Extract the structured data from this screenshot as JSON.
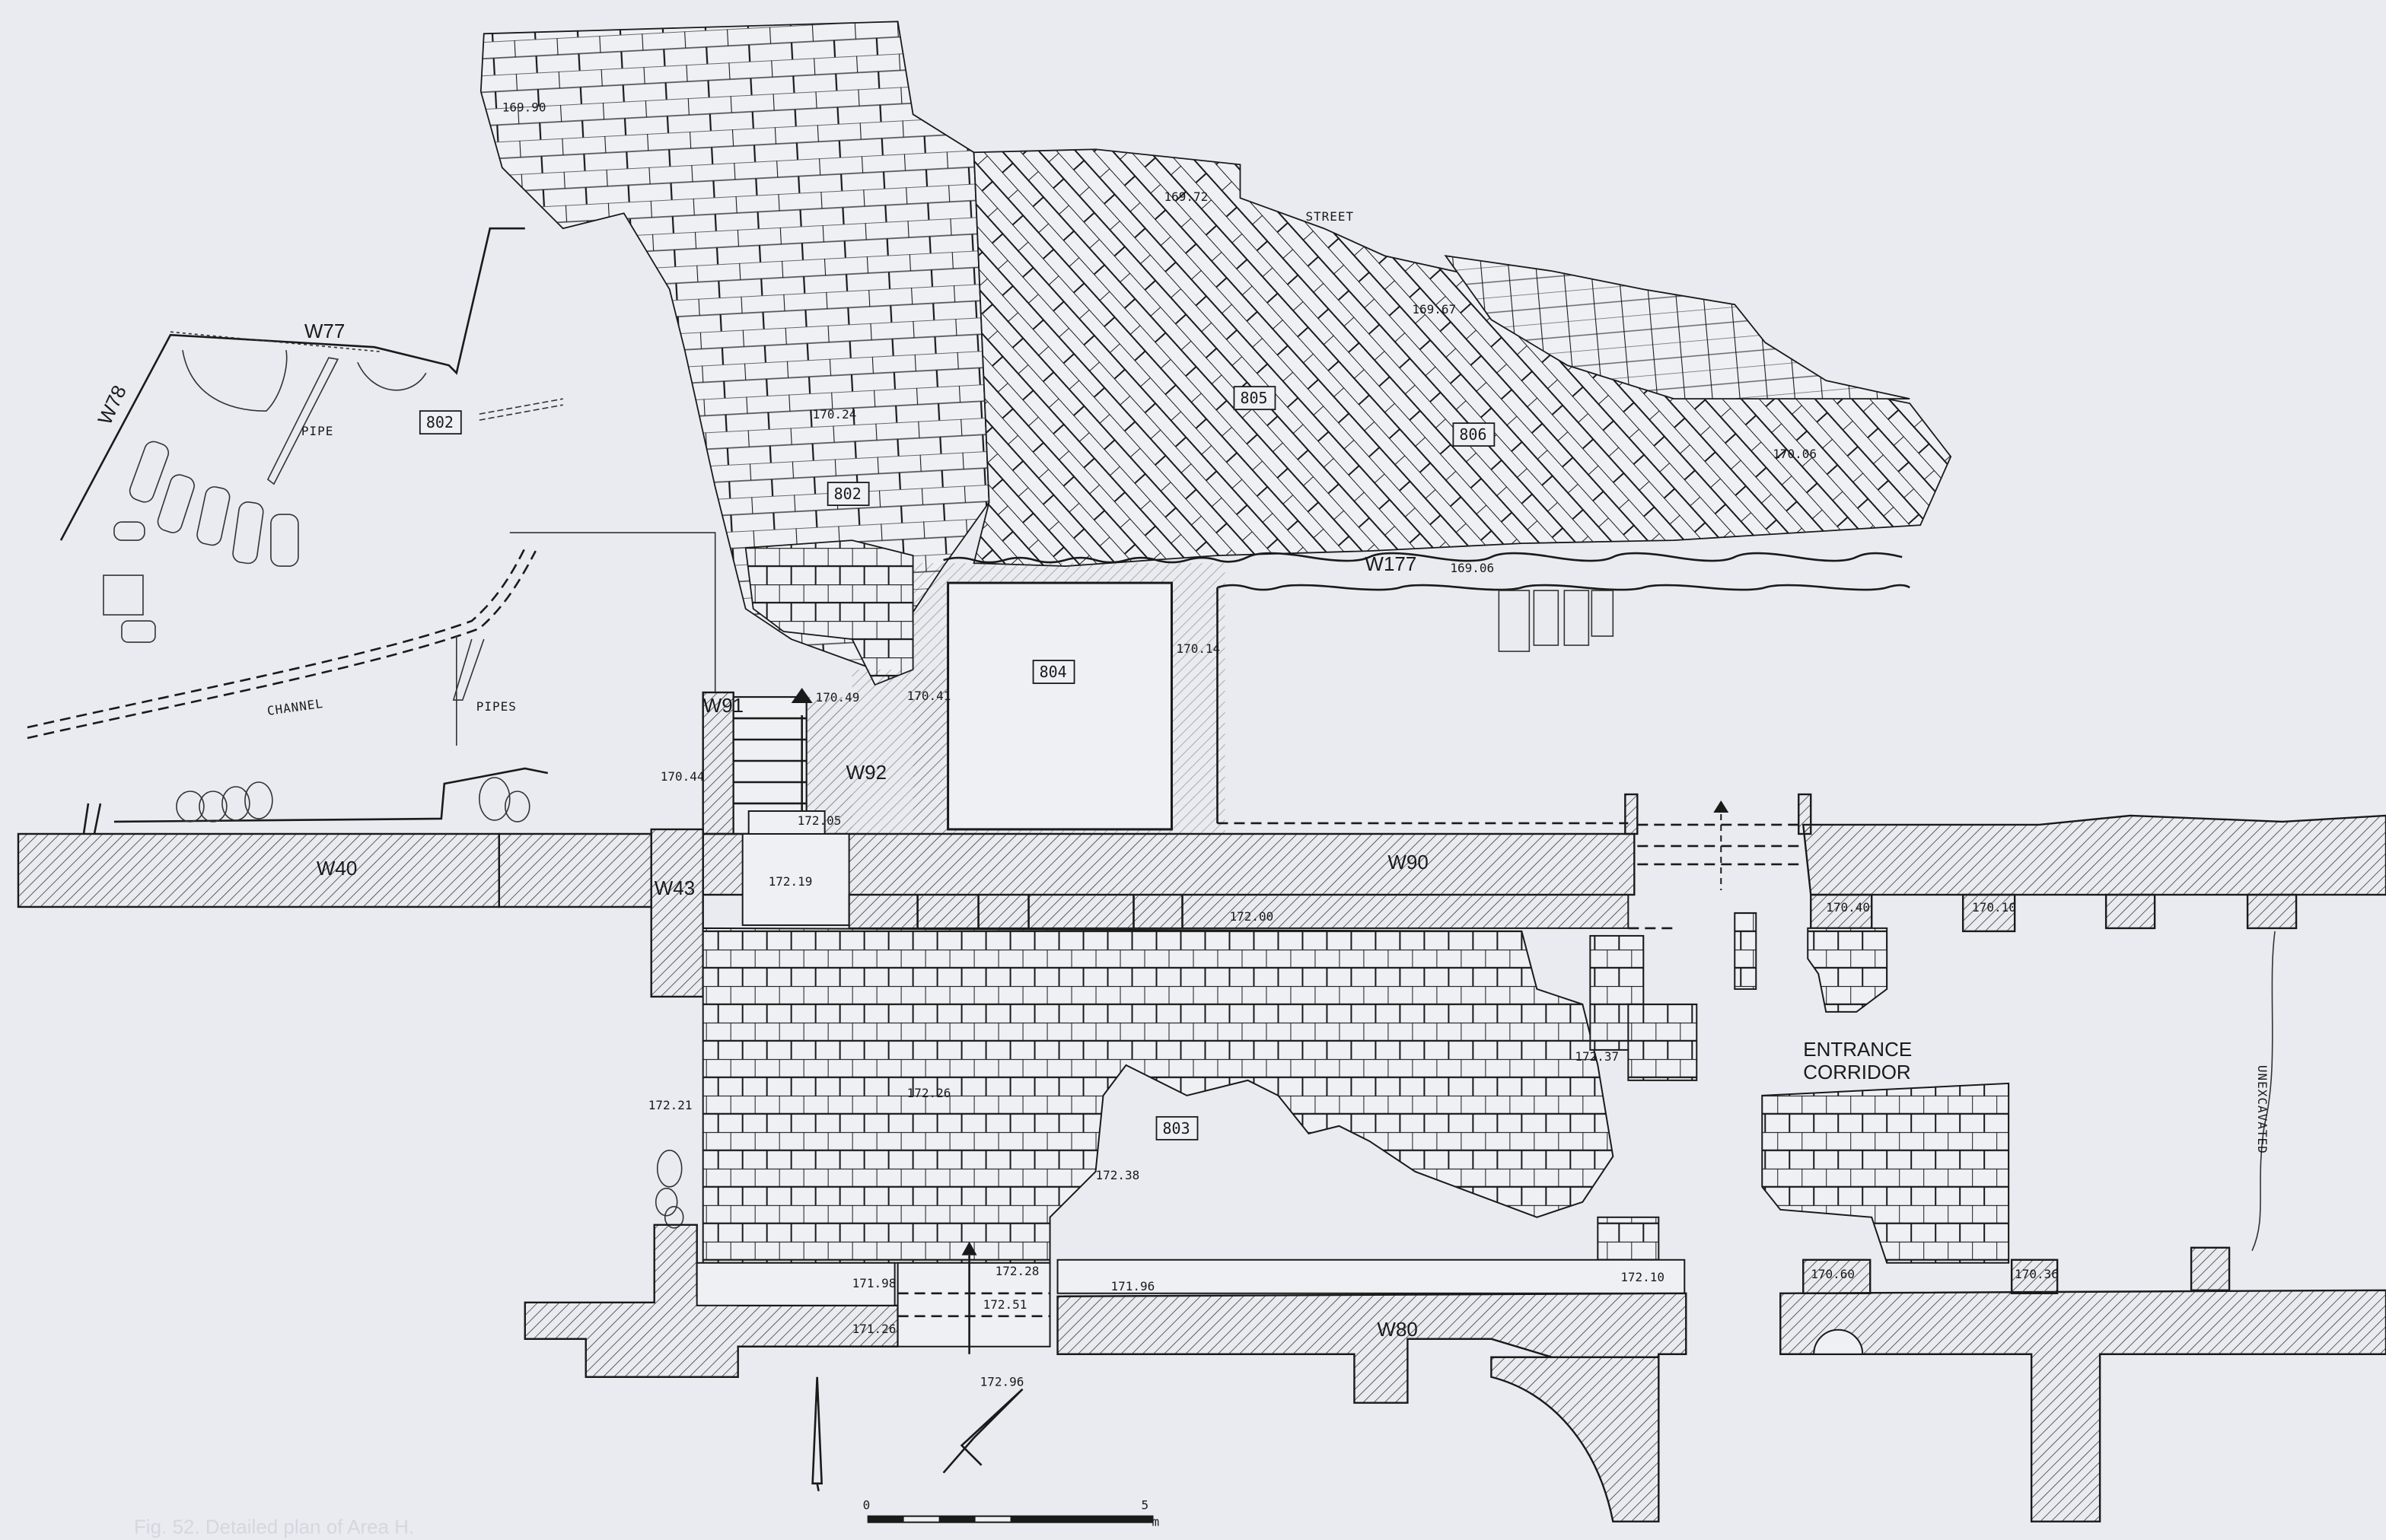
{
  "figure": {
    "caption": "Fig. 52. Detailed plan of Area H.",
    "colors": {
      "paper": "#e9ebf0",
      "ink": "#1a1a1a"
    }
  },
  "areas": {
    "street": "STREET",
    "entrance_corridor_line1": "ENTRANCE",
    "entrance_corridor_line2": "CORRIDOR",
    "unexcavated": "UNEXCAVATED",
    "channel": "CHANNEL",
    "pipe": "PIPE",
    "pipes": "PIPES"
  },
  "walls": {
    "w40": "W40",
    "w43": "W43",
    "w77": "W77",
    "w78": "W78",
    "w80": "W80",
    "w90": "W90",
    "w91": "W91",
    "w92": "W92",
    "w177": "W177"
  },
  "loci": {
    "l802a": "802",
    "l802b": "802",
    "l803": "803",
    "l804": "804",
    "l805": "805",
    "l806": "806"
  },
  "elevations": {
    "e1": "169.90",
    "e2": "169.72",
    "e3": "169.67",
    "e4": "170.06",
    "e5": "170.24",
    "e6": "169.06",
    "e7": "170.14",
    "e8": "170.49",
    "e9": "170.41",
    "e10": "170.44",
    "e11": "172.05",
    "e12": "172.19",
    "e13": "172.00",
    "e14": "170.40",
    "e15": "170.10",
    "e16": "172.37",
    "e17": "172.26",
    "e18": "172.21",
    "e19": "172.38",
    "e20": "171.98",
    "e21": "172.28",
    "e22": "171.96",
    "e23": "172.10",
    "e24": "170.60",
    "e25": "170.36",
    "e26": "172.51",
    "e27": "171.26",
    "e28": "172.96"
  },
  "scale_bar": {
    "start": "0",
    "end": "5",
    "unit": "m"
  }
}
